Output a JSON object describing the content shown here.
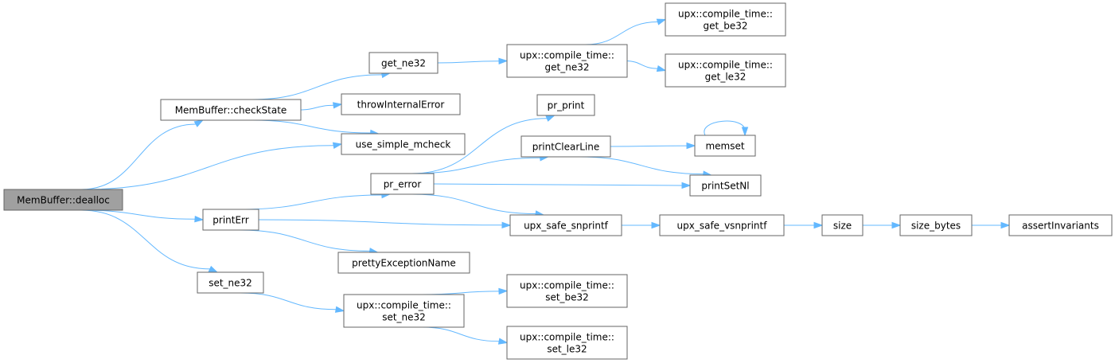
{
  "diagram": {
    "nodes": [
      {
        "id": "dealloc",
        "lines": [
          "MemBuffer::dealloc"
        ],
        "root": true
      },
      {
        "id": "checkState",
        "lines": [
          "MemBuffer::checkState"
        ]
      },
      {
        "id": "printErr",
        "lines": [
          "printErr"
        ]
      },
      {
        "id": "set_ne32",
        "lines": [
          "set_ne32"
        ]
      },
      {
        "id": "use_simple_mcheck",
        "lines": [
          "use_simple_mcheck"
        ]
      },
      {
        "id": "get_ne32",
        "lines": [
          "get_ne32"
        ]
      },
      {
        "id": "throwInternalError",
        "lines": [
          "throwInternalError"
        ]
      },
      {
        "id": "ct_get_ne32",
        "lines": [
          "upx::compile_time::",
          "get_ne32"
        ]
      },
      {
        "id": "ct_get_be32",
        "lines": [
          "upx::compile_time::",
          "get_be32"
        ]
      },
      {
        "id": "ct_get_le32",
        "lines": [
          "upx::compile_time::",
          "get_le32"
        ]
      },
      {
        "id": "pr_error",
        "lines": [
          "pr_error"
        ]
      },
      {
        "id": "upx_safe_snprintf",
        "lines": [
          "upx_safe_snprintf"
        ]
      },
      {
        "id": "prettyExceptionName",
        "lines": [
          "prettyExceptionName"
        ]
      },
      {
        "id": "pr_print",
        "lines": [
          "pr_print"
        ]
      },
      {
        "id": "printClearLine",
        "lines": [
          "printClearLine"
        ]
      },
      {
        "id": "printSetNl",
        "lines": [
          "printSetNl"
        ]
      },
      {
        "id": "memset",
        "lines": [
          "memset"
        ]
      },
      {
        "id": "upx_safe_vsnprintf",
        "lines": [
          "upx_safe_vsnprintf"
        ]
      },
      {
        "id": "size",
        "lines": [
          "size"
        ]
      },
      {
        "id": "size_bytes",
        "lines": [
          "size_bytes"
        ]
      },
      {
        "id": "assertInvariants",
        "lines": [
          "assertInvariants"
        ]
      },
      {
        "id": "ct_set_ne32",
        "lines": [
          "upx::compile_time::",
          "set_ne32"
        ]
      },
      {
        "id": "ct_set_be32",
        "lines": [
          "upx::compile_time::",
          "set_be32"
        ]
      },
      {
        "id": "ct_set_le32",
        "lines": [
          "upx::compile_time::",
          "set_le32"
        ]
      }
    ],
    "edges": [
      [
        "dealloc",
        "checkState"
      ],
      [
        "dealloc",
        "use_simple_mcheck"
      ],
      [
        "dealloc",
        "printErr"
      ],
      [
        "dealloc",
        "set_ne32"
      ],
      [
        "checkState",
        "get_ne32"
      ],
      [
        "checkState",
        "throwInternalError"
      ],
      [
        "checkState",
        "use_simple_mcheck"
      ],
      [
        "get_ne32",
        "ct_get_ne32"
      ],
      [
        "ct_get_ne32",
        "ct_get_be32"
      ],
      [
        "ct_get_ne32",
        "ct_get_le32"
      ],
      [
        "printErr",
        "pr_error"
      ],
      [
        "printErr",
        "upx_safe_snprintf"
      ],
      [
        "printErr",
        "prettyExceptionName"
      ],
      [
        "pr_error",
        "pr_print"
      ],
      [
        "pr_error",
        "printClearLine"
      ],
      [
        "pr_error",
        "printSetNl"
      ],
      [
        "pr_error",
        "upx_safe_snprintf"
      ],
      [
        "printClearLine",
        "memset"
      ],
      [
        "printClearLine",
        "printSetNl"
      ],
      [
        "memset",
        "memset"
      ],
      [
        "upx_safe_snprintf",
        "upx_safe_vsnprintf"
      ],
      [
        "upx_safe_vsnprintf",
        "size"
      ],
      [
        "size",
        "size_bytes"
      ],
      [
        "size_bytes",
        "assertInvariants"
      ],
      [
        "set_ne32",
        "ct_set_ne32"
      ],
      [
        "ct_set_ne32",
        "ct_set_be32"
      ],
      [
        "ct_set_ne32",
        "ct_set_le32"
      ]
    ],
    "colors": {
      "edge": "#63b8ff",
      "node_border": "#666666",
      "root_fill": "#a0a0a0",
      "node_fill": "#ffffff"
    }
  }
}
